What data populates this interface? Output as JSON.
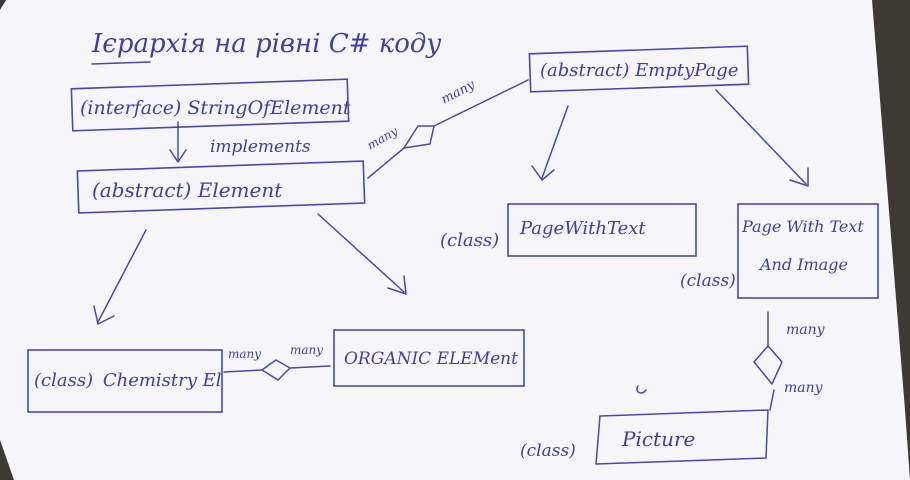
{
  "title": "Ієрархія на рівні C# коду",
  "nodes": {
    "interface_string_of_element": "(interface) StringOfElement",
    "abstract_element": "(abstract) Element",
    "abstract_empty_page": "(abstract) EmptyPage",
    "class_chemistry": {
      "kind": "(class)",
      "name": "Chemistry El"
    },
    "organic_element": "ORGANIC ELEMent",
    "class_page_with_text": {
      "kind": "(class)",
      "name": "PageWithText"
    },
    "class_page_with_text_and_image": {
      "kind": "(class)",
      "name_line1": "Page With Text",
      "name_line2": "And Image"
    },
    "class_picture": {
      "kind": "(class)",
      "name": "Picture"
    }
  },
  "edge_labels": {
    "implements": "implements",
    "many_element": "many",
    "many_emptypage": "many",
    "many_chem": "many",
    "many_organic": "many",
    "many_page": "many",
    "many_picture": "many"
  },
  "colors": {
    "paper": "#f7f7fb",
    "ink": "#4848b0",
    "background": "#3d3a36"
  }
}
